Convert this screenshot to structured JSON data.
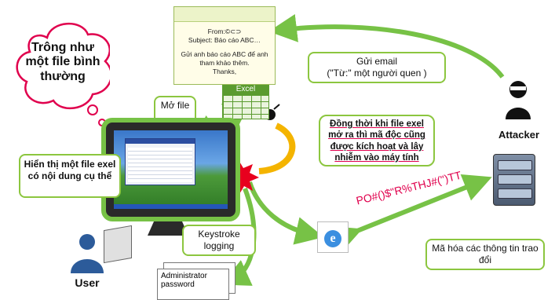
{
  "email": {
    "from": "From:©⊂⊃",
    "subject": "Subject: Báo cáo ABC…",
    "body1": "Gửi anh báo cáo ABC để anh tham khảo thêm.",
    "body2": "Thanks,"
  },
  "send_email_callout": {
    "line1": "Gửi email",
    "line2": "(\"Từ:\" một người quen )"
  },
  "thought": {
    "text": "Trông như một file bình thường"
  },
  "open_file": {
    "text": "Mở file"
  },
  "excel_icon": {
    "label": "Excel"
  },
  "infection_callout": {
    "text": "Đồng thời khi file exel mở ra thì mã độc cũng được kích hoạt và lây nhiễm vào máy tính"
  },
  "display_callout": {
    "text": "Hiển thị một file exel có nội dung cụ thể"
  },
  "attacker": {
    "label": "Attacker"
  },
  "encrypted_text": "PO#()$\"R%THJ#(\")TT",
  "keystroke_callout": {
    "text": "Keystroke logging"
  },
  "encrypt_callout": {
    "text": "Mã hóa các thông tin trao đổi"
  },
  "admin_doc": {
    "text": "Administrator password"
  },
  "user": {
    "label": "User"
  },
  "colors": {
    "accent_green": "#77c246",
    "arrow_red": "#e0004d",
    "burst_red": "#e8001e",
    "excel_green": "#5a9b2f"
  }
}
